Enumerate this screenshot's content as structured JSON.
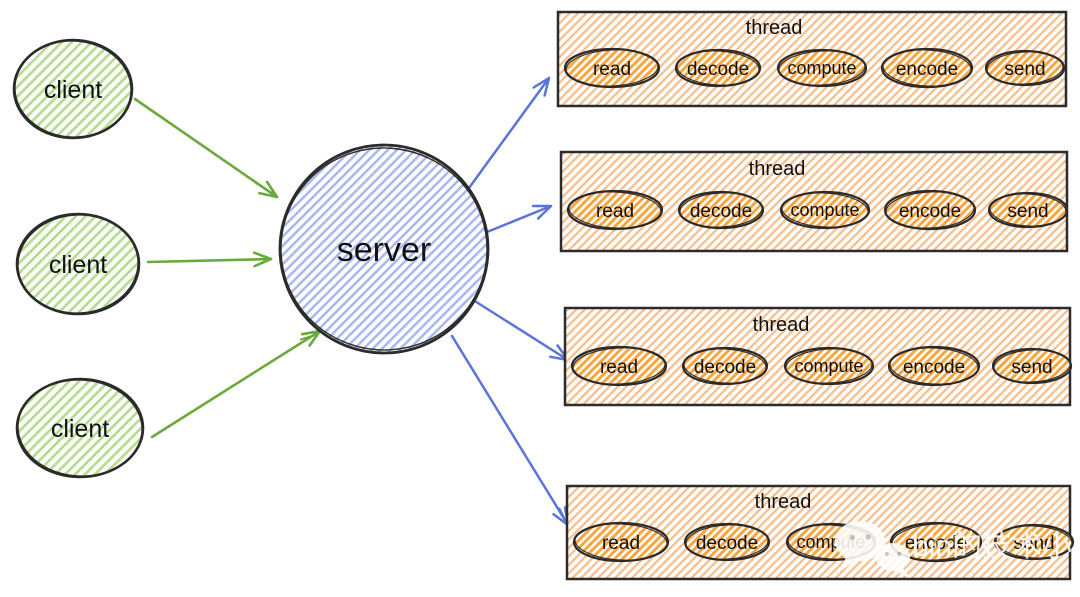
{
  "diagram": {
    "clients": [
      {
        "label": "client"
      },
      {
        "label": "client"
      },
      {
        "label": "client"
      }
    ],
    "server": {
      "label": "server"
    },
    "threads": [
      {
        "label": "thread",
        "stages": [
          "read",
          "decode",
          "compute",
          "encode",
          "send"
        ]
      },
      {
        "label": "thread",
        "stages": [
          "read",
          "decode",
          "compute",
          "encode",
          "send"
        ]
      },
      {
        "label": "thread",
        "stages": [
          "read",
          "decode",
          "compute",
          "encode",
          "send"
        ]
      },
      {
        "label": "thread",
        "stages": [
          "read",
          "decode",
          "compute",
          "encode",
          "send"
        ]
      }
    ],
    "watermark": {
      "text": "bin的技术小屋",
      "icon": "wechat-icon"
    },
    "colors": {
      "client_hatch": "#b5dc8e",
      "server_hatch": "#aab6ee",
      "thread_box_hatch": "#f7be8d",
      "stage_hatch": "#f5a53f",
      "outline": "#2b2b2b",
      "arrow_green": "#6aaa3d",
      "arrow_blue": "#5b74d8"
    }
  }
}
